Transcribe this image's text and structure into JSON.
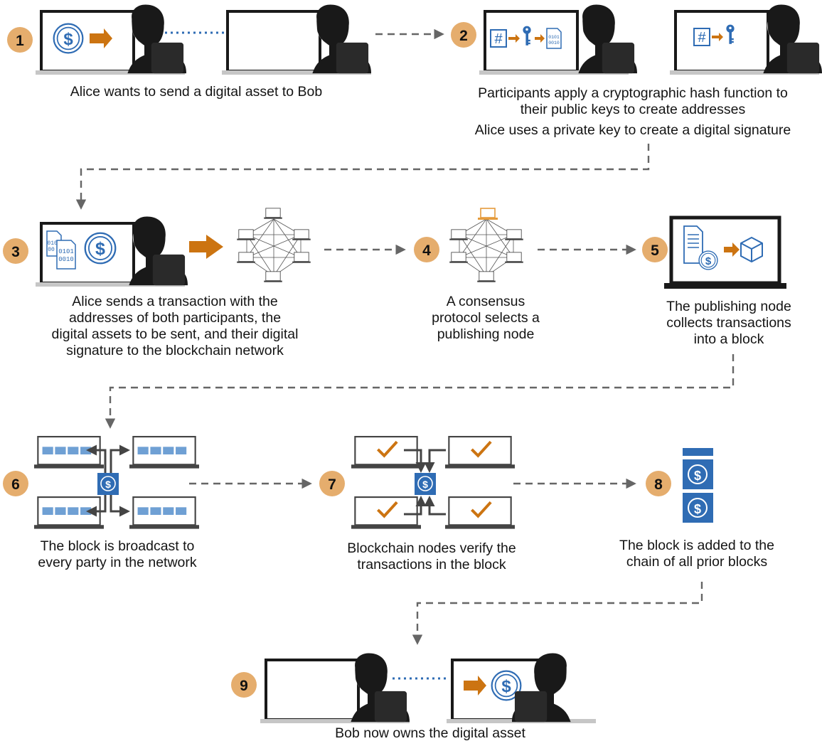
{
  "colors": {
    "badge": "#e5ad6d",
    "accent_orange": "#cc7411",
    "blue": "#2f6cb4",
    "blue_light": "#6fa0d4",
    "dark": "#191919",
    "arrow_gray": "#666666"
  },
  "steps": [
    {
      "number": "1",
      "caption": [
        "Alice wants to send a digital asset to Bob"
      ]
    },
    {
      "number": "2",
      "caption": [
        "Participants apply a cryptographic hash function to",
        "their public keys to create addresses",
        "Alice uses a private key to create a digital signature"
      ]
    },
    {
      "number": "3",
      "caption": [
        "Alice sends a transaction with the",
        "addresses of both participants, the",
        "digital assets to be sent, and their digital",
        "signature to the blockchain network"
      ]
    },
    {
      "number": "4",
      "caption": [
        "A consensus",
        "protocol selects a",
        "publishing node"
      ]
    },
    {
      "number": "5",
      "caption": [
        "The publishing node",
        "collects transactions",
        "into a block"
      ]
    },
    {
      "number": "6",
      "caption": [
        "The block is broadcast to",
        "every party in the network"
      ]
    },
    {
      "number": "7",
      "caption": [
        "Blockchain nodes verify the",
        "transactions in the block"
      ]
    },
    {
      "number": "8",
      "caption": [
        "The block is added to the",
        "chain of all prior blocks"
      ]
    },
    {
      "number": "9",
      "caption": [
        "Bob now owns the digital asset"
      ]
    }
  ],
  "glyphs": {
    "dollar": "$",
    "hash": "#",
    "binary_short": [
      "0101",
      "0010"
    ],
    "binary_doc": [
      "0101",
      "00",
      "0101",
      "0010"
    ]
  },
  "icons": [
    "user-at-computer-icon",
    "dollar-coin-icon",
    "hash-icon",
    "key-icon",
    "binary-file-icon",
    "mesh-network-icon",
    "laptop-icon",
    "document-icon",
    "cube-icon",
    "checkmark-icon",
    "block-chain-icon"
  ]
}
